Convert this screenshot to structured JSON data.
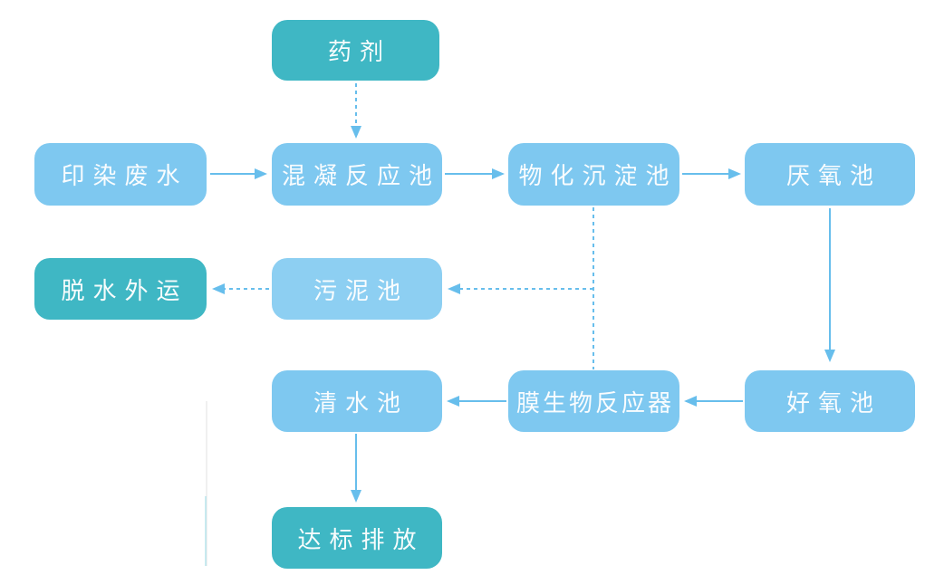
{
  "diagram": {
    "type": "flowchart",
    "subject": "printing-dyeing-wastewater-treatment-process",
    "colors": {
      "teal": "#3FB7C4",
      "blue": "#7EC8F0",
      "blueLight": "#8DCFF2",
      "arrow": "#67BEEC",
      "label_text": "#FFFFFF",
      "background": "#FFFFFF"
    },
    "nodes": [
      {
        "id": "chemical-agent",
        "label": "药剂",
        "variant": "teal"
      },
      {
        "id": "dyeing-wastewater",
        "label": "印染废水",
        "variant": "blue"
      },
      {
        "id": "coagulation-reaction-tank",
        "label": "混凝反应池",
        "variant": "blue"
      },
      {
        "id": "physicochemical-sedimentation-tank",
        "label": "物化沉淀池",
        "variant": "blue"
      },
      {
        "id": "anaerobic-tank",
        "label": "厌氧池",
        "variant": "blue"
      },
      {
        "id": "dewatering-transport",
        "label": "脱水外运",
        "variant": "teal"
      },
      {
        "id": "sludge-tank",
        "label": "污泥池",
        "variant": "blueLight"
      },
      {
        "id": "clear-water-tank",
        "label": "清水池",
        "variant": "blue"
      },
      {
        "id": "membrane-bioreactor",
        "label": "膜生物反应器",
        "variant": "blue"
      },
      {
        "id": "aerobic-tank",
        "label": "好氧池",
        "variant": "blue"
      },
      {
        "id": "compliant-discharge",
        "label": "达标排放",
        "variant": "teal"
      }
    ],
    "edges": [
      {
        "from": "chemical-agent",
        "to": "coagulation-reaction-tank",
        "style": "dashed"
      },
      {
        "from": "dyeing-wastewater",
        "to": "coagulation-reaction-tank",
        "style": "solid"
      },
      {
        "from": "coagulation-reaction-tank",
        "to": "physicochemical-sedimentation-tank",
        "style": "solid"
      },
      {
        "from": "physicochemical-sedimentation-tank",
        "to": "anaerobic-tank",
        "style": "solid"
      },
      {
        "from": "anaerobic-tank",
        "to": "aerobic-tank",
        "style": "solid"
      },
      {
        "from": "aerobic-tank",
        "to": "membrane-bioreactor",
        "style": "solid"
      },
      {
        "from": "membrane-bioreactor",
        "to": "clear-water-tank",
        "style": "solid"
      },
      {
        "from": "clear-water-tank",
        "to": "compliant-discharge",
        "style": "solid"
      },
      {
        "from": "physicochemical-sedimentation-tank",
        "to": "sludge-tank",
        "style": "dashed"
      },
      {
        "from": "physicochemical-sedimentation-tank",
        "to": "membrane-bioreactor",
        "style": "dashed"
      },
      {
        "from": "sludge-tank",
        "to": "dewatering-transport",
        "style": "dashed"
      }
    ]
  }
}
